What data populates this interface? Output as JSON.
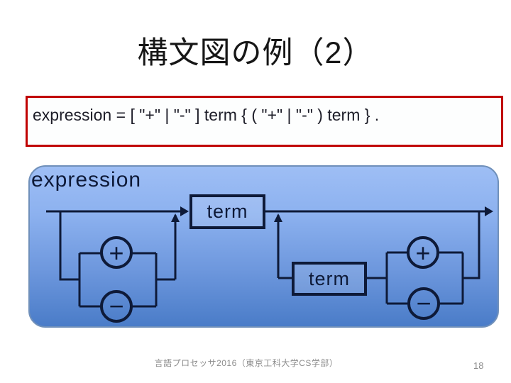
{
  "slide": {
    "title": "構文図の例（2）",
    "ebnf_rule": "expression = [ \"+\" | \"-\" ] term { ( \"+\" | \"-\" ) term } .",
    "footer": "言語プロセッサ2016（東京工科大学CS学部）",
    "page_number": "18"
  },
  "diagram": {
    "label": "expression",
    "term1": "term",
    "term2": "term",
    "plus1": "+",
    "minus1": "−",
    "plus2": "+",
    "minus2": "−",
    "colors": {
      "panel_top": "#9ebef5",
      "panel_bottom": "#4a7cc8",
      "line": "#0e1a38",
      "rule_border": "#c00000"
    }
  }
}
